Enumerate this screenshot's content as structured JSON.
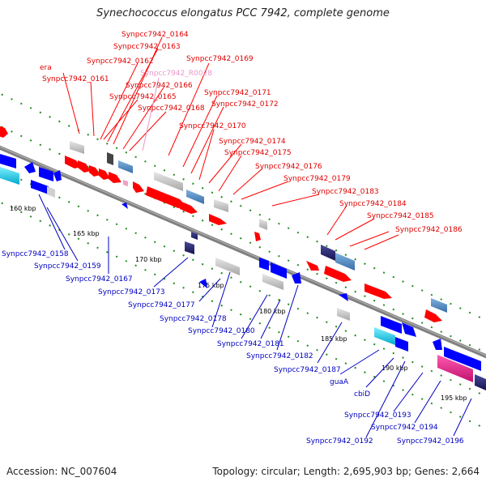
{
  "title": "Synechococcus elongatus PCC 7942, complete genome",
  "footer": {
    "accession": "Accession: NC_007604",
    "summary": "Topology: circular; Length: 2,695,903 bp; Genes: 2,664"
  },
  "colors": {
    "backbone": "#808080",
    "upper_strand_label": "#e00000",
    "lower_strand_label": "#0000c0",
    "rna_label": "#e896c8",
    "forward_gene": "#ff0000",
    "reverse_gene": "#0000ff",
    "grey_gene": "#c0c0c0",
    "steel_gene": "#4f86c0",
    "navy_gene": "#1a1a6e",
    "cyan_gene": "#00c8e6",
    "magenta_gene": "#e0208a",
    "dotted_track": "#228b22"
  },
  "kbp_markers": [
    "160 kbp",
    "165 kbp",
    "170 kbp",
    "175 kbp",
    "180 kbp",
    "185 kbp",
    "190 kbp",
    "195 kbp"
  ],
  "upper_labels": [
    "era",
    "Synpcc7942_0161",
    "Synpcc7942_0162",
    "Synpcc7942_0163",
    "Synpcc7942_0164",
    "Synpcc7942_R0028",
    "Synpcc7942_0166",
    "Synpcc7942_0165",
    "Synpcc7942_0168",
    "Synpcc7942_0169",
    "Synpcc7942_0171",
    "Synpcc7942_0172",
    "Synpcc7942_0170",
    "Synpcc7942_0174",
    "Synpcc7942_0175",
    "Synpcc7942_0176",
    "Synpcc7942_0179",
    "Synpcc7942_0183",
    "Synpcc7942_0184",
    "Synpcc7942_0185",
    "Synpcc7942_0186"
  ],
  "lower_labels": [
    "Synpcc7942_0158",
    "Synpcc7942_0159",
    "Synpcc7942_0167",
    "Synpcc7942_0173",
    "Synpcc7942_0177",
    "Synpcc7942_0178",
    "Synpcc7942_0180",
    "Synpcc7942_0181",
    "Synpcc7942_0182",
    "Synpcc7942_0187",
    "guaA",
    "cbiD",
    "Synpcc7942_0193",
    "Synpcc7942_0194",
    "Synpcc7942_0192",
    "Synpcc7942_0196"
  ]
}
